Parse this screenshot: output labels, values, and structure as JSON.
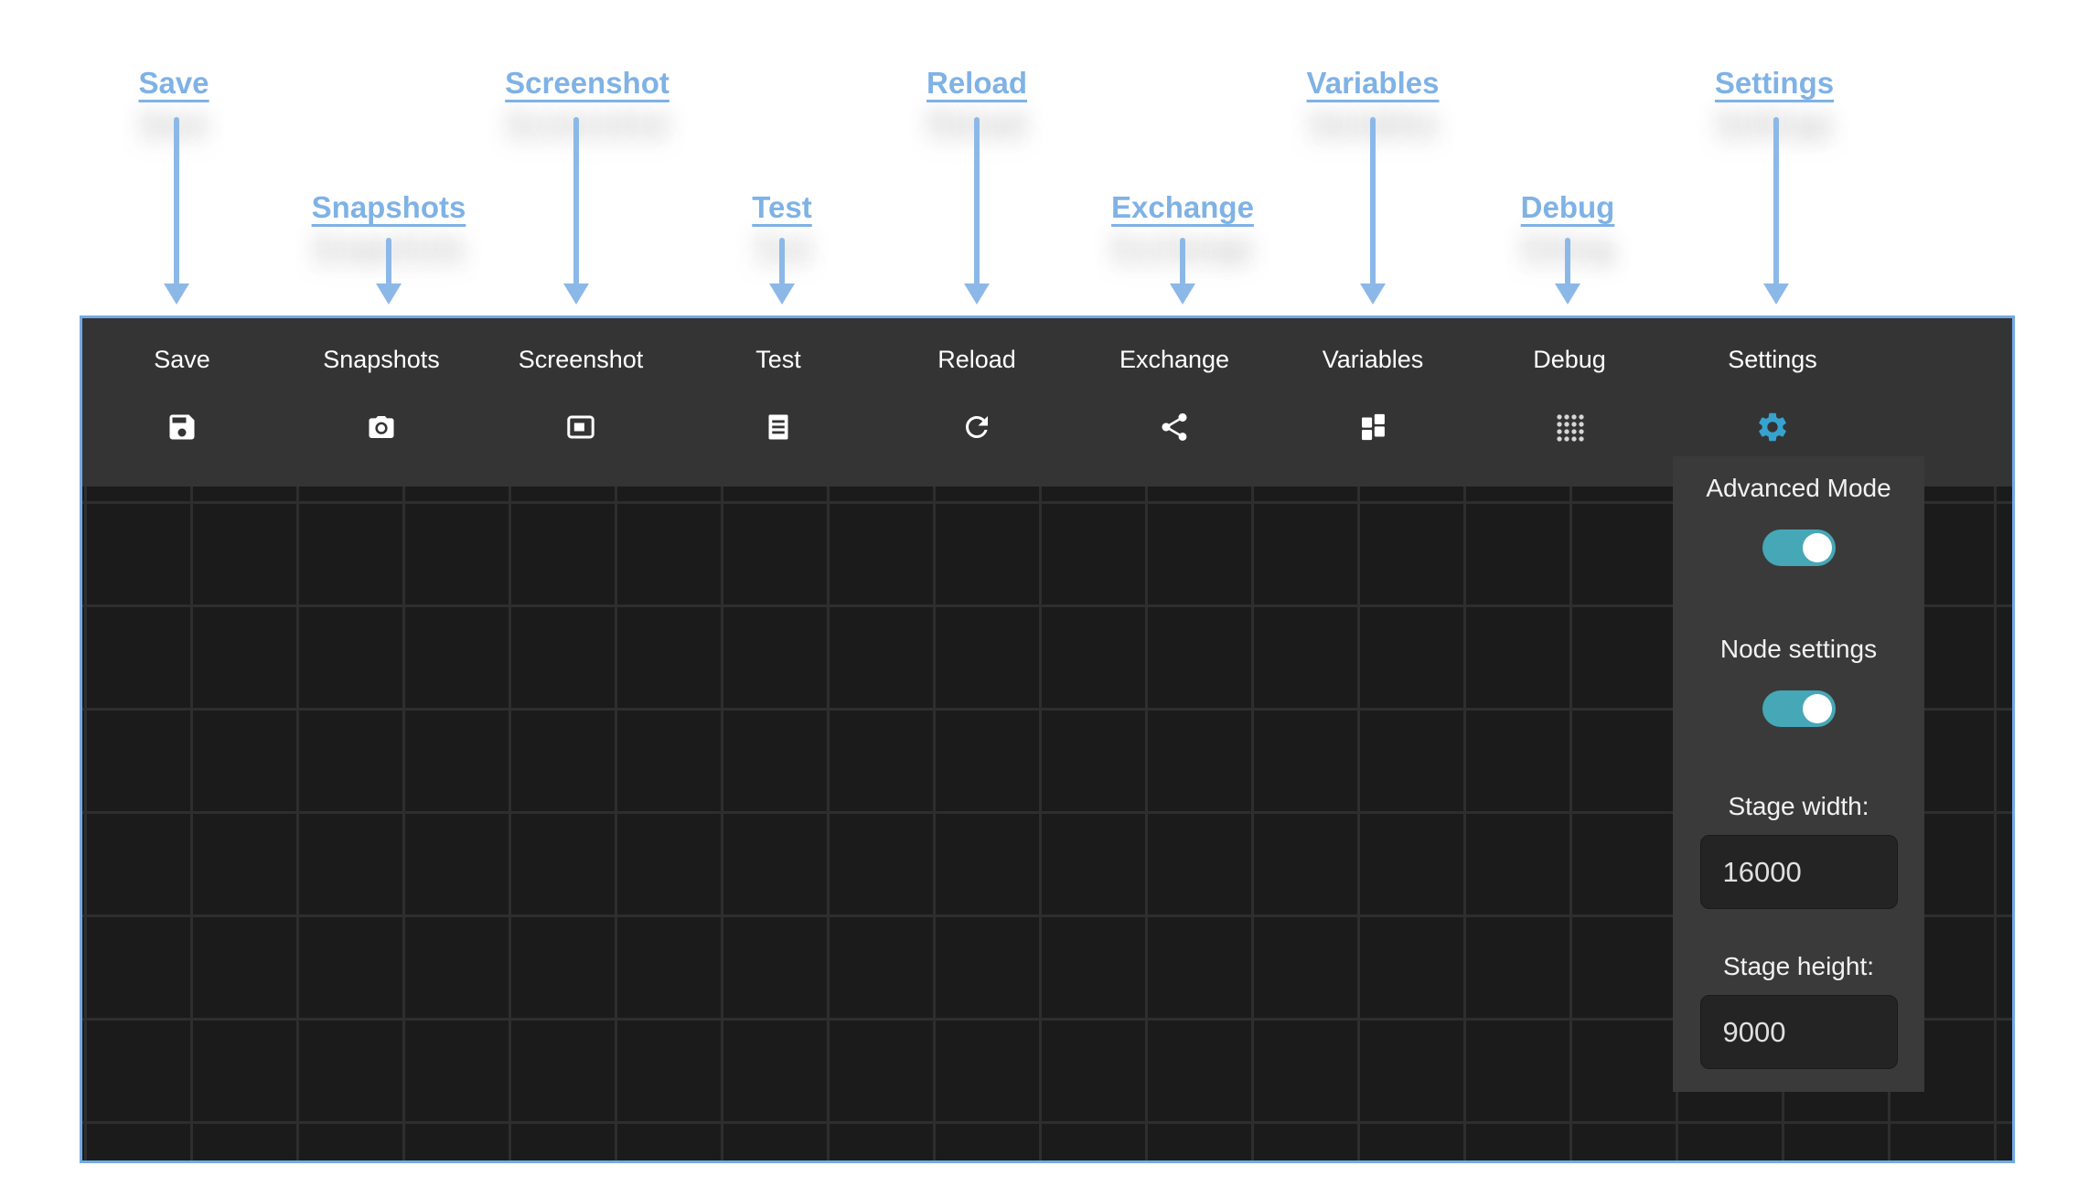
{
  "annotations": {
    "labels": [
      {
        "text": "Save"
      },
      {
        "text": "Snapshots"
      },
      {
        "text": "Screenshot"
      },
      {
        "text": "Test"
      },
      {
        "text": "Reload"
      },
      {
        "text": "Exchange"
      },
      {
        "text": "Variables"
      },
      {
        "text": "Debug"
      },
      {
        "text": "Settings"
      }
    ]
  },
  "toolbar": {
    "items": [
      {
        "label": "Save",
        "icon": "save-icon"
      },
      {
        "label": "Snapshots",
        "icon": "camera-icon"
      },
      {
        "label": "Screenshot",
        "icon": "screenshot-icon"
      },
      {
        "label": "Test",
        "icon": "test-list-icon"
      },
      {
        "label": "Reload",
        "icon": "reload-icon"
      },
      {
        "label": "Exchange",
        "icon": "share-icon"
      },
      {
        "label": "Variables",
        "icon": "blocks-icon"
      },
      {
        "label": "Debug",
        "icon": "dots-grid-icon"
      },
      {
        "label": "Settings",
        "icon": "gear-icon"
      }
    ]
  },
  "settings_panel": {
    "advanced_mode_label": "Advanced Mode",
    "advanced_mode_on": true,
    "node_settings_label": "Node settings",
    "node_settings_on": true,
    "stage_width_label": "Stage width:",
    "stage_width_value": "16000",
    "stage_height_label": "Stage height:",
    "stage_height_value": "9000"
  },
  "colors": {
    "annotation_blue": "#7fb2e5",
    "arrow_blue": "#8cb8e8",
    "border_blue": "#73aae4",
    "toolbar_bg": "#343434",
    "panel_bg": "#3a3a3a",
    "stage_bg": "#1b1b1b",
    "grid_line": "#2e2e2e",
    "toggle_teal": "#46a7b6",
    "gear_blue": "#36a3cf",
    "input_bg": "#242424"
  }
}
